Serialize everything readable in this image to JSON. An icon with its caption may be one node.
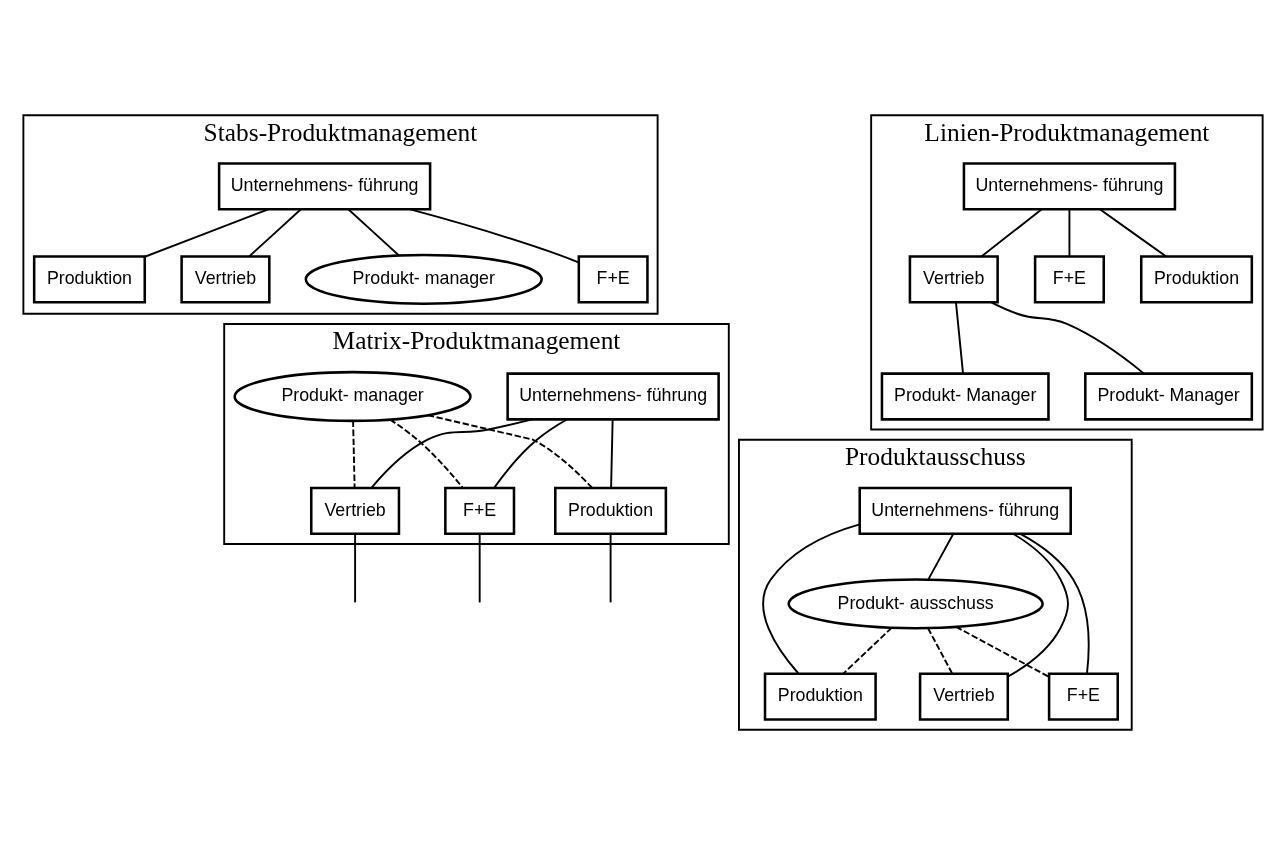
{
  "diagram": {
    "nodes": [
      {
        "text": [
          "Stabs-Produktmanagement"
        ]
      },
      {
        "text": [
          "Unternehmens- führung"
        ],
        "in": 0
      },
      {
        "text": [
          "Produkt- manager"
        ],
        "in": 0
      },
      {
        "text": [
          "F+E"
        ],
        "in": 0
      },
      {
        "text": [
          "Produktion"
        ],
        "in": 0
      },
      {
        "text": [
          "Vertrieb"
        ],
        "in": 0
      },
      {
        "text": [
          "Linien-Produktmanagement"
        ]
      },
      {
        "text": [
          "Unternehmens- führung"
        ],
        "in": 6
      },
      {
        "text": [
          "F+E"
        ],
        "in": 6
      },
      {
        "text": [
          "Produktion"
        ],
        "in": 6
      },
      {
        "text": [
          "Vertrieb"
        ],
        "in": 6
      },
      {
        "text": [
          "Produkt- Manager"
        ],
        "in": 6
      },
      {
        "text": [
          "Produkt- Manager"
        ],
        "in": 6
      },
      {
        "text": [
          "Matrix-Produktmanagement"
        ]
      },
      {
        "text": [
          "Unternehmens- führung"
        ],
        "in": 13
      },
      {
        "text": [
          "F+E"
        ],
        "in": 13
      },
      {
        "text": [
          "Produktion"
        ],
        "in": 13
      },
      {
        "text": [
          "Vertrieb"
        ],
        "in": 13
      },
      {
        "text": [
          "Produkt- manager"
        ],
        "in": 13
      },
      {
        "text": [
          "Produktausschuss"
        ]
      },
      {
        "text": [
          "Unternehmens- führung"
        ],
        "in": 19
      },
      {
        "text": [
          "Produkt- ausschuss"
        ],
        "in": 19
      },
      {
        "text": [
          "F+E"
        ],
        "in": 19
      },
      {
        "text": [
          "Produktion"
        ],
        "in": 19
      },
      {
        "text": [
          "Vertrieb"
        ],
        "in": 19
      }
    ],
    "edges": [
      {
        "from": 1,
        "to": 2,
        "arrow": "none"
      },
      {
        "from": 1,
        "to": 3,
        "arrow": "none"
      },
      {
        "from": 1,
        "to": 4,
        "arrow": "none"
      },
      {
        "from": 1,
        "to": 5,
        "arrow": "none"
      },
      {
        "from": 7,
        "to": 8,
        "arrow": "none"
      },
      {
        "from": 7,
        "to": 9,
        "arrow": "none"
      },
      {
        "from": 7,
        "to": 10,
        "arrow": "none"
      },
      {
        "from": 10,
        "to": 11,
        "arrow": "none"
      },
      {
        "from": 10,
        "to": 12,
        "arrow": "none"
      },
      {
        "from": 14,
        "to": 15,
        "arrow": "none"
      },
      {
        "from": 14,
        "to": 16,
        "arrow": "none"
      },
      {
        "from": 14,
        "to": 17,
        "arrow": "none"
      },
      {
        "from": 15,
        "to": null,
        "arrow": "none"
      },
      {
        "from": 16,
        "to": null,
        "arrow": "none"
      },
      {
        "from": 17,
        "to": null,
        "arrow": "none"
      },
      {
        "from": 18,
        "to": 15,
        "arrow": "none",
        "style": "dashed"
      },
      {
        "from": 18,
        "to": 16,
        "arrow": "none",
        "style": "dashed"
      },
      {
        "from": 18,
        "to": 17,
        "arrow": "none",
        "style": "dashed"
      },
      {
        "from": 20,
        "to": 21,
        "arrow": "none"
      },
      {
        "from": 20,
        "to": 22,
        "arrow": "none"
      },
      {
        "from": 20,
        "to": 23,
        "arrow": "none"
      },
      {
        "from": 20,
        "to": 24,
        "arrow": "none"
      },
      {
        "from": 21,
        "to": 22,
        "arrow": "none",
        "style": "dashed"
      },
      {
        "from": 21,
        "to": 23,
        "arrow": "none",
        "style": "dashed"
      },
      {
        "from": 21,
        "to": 24,
        "arrow": "none",
        "style": "dashed"
      }
    ]
  }
}
